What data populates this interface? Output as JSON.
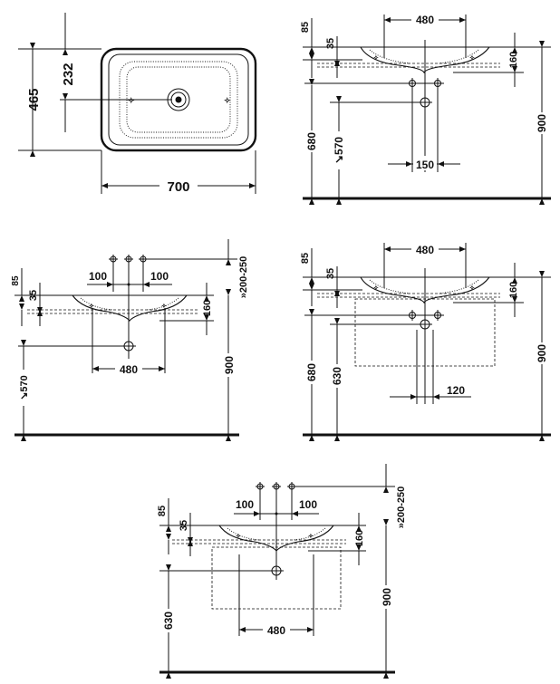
{
  "views": {
    "top_view": {
      "width": "700",
      "depth": "465",
      "drain_offset": "232"
    },
    "side_view_1": {
      "bowl_width": "480",
      "rim_85": "85",
      "rim_35": "35",
      "height_160": "160",
      "height_680": "680",
      "height_570": "570",
      "total_900": "900",
      "spacing_150": "150"
    },
    "side_view_2": {
      "tap_100_left": "100",
      "tap_100_right": "100",
      "rim_85": "85",
      "rim_35": "35",
      "height_160": "160",
      "spout_range": "200-250",
      "bowl_width": "480",
      "total_900": "900",
      "height_570": "570"
    },
    "side_view_3": {
      "bowl_width": "480",
      "rim_85": "85",
      "rim_35": "35",
      "height_160": "160",
      "height_680": "680",
      "height_630": "630",
      "total_900": "900",
      "spacing_120": "120"
    },
    "side_view_4": {
      "tap_100_left": "100",
      "tap_100_right": "100",
      "rim_85": "85",
      "rim_35": "35",
      "height_160": "160",
      "spout_range": "200-250",
      "height_630": "630",
      "total_900": "900",
      "bowl_width": "480"
    }
  }
}
